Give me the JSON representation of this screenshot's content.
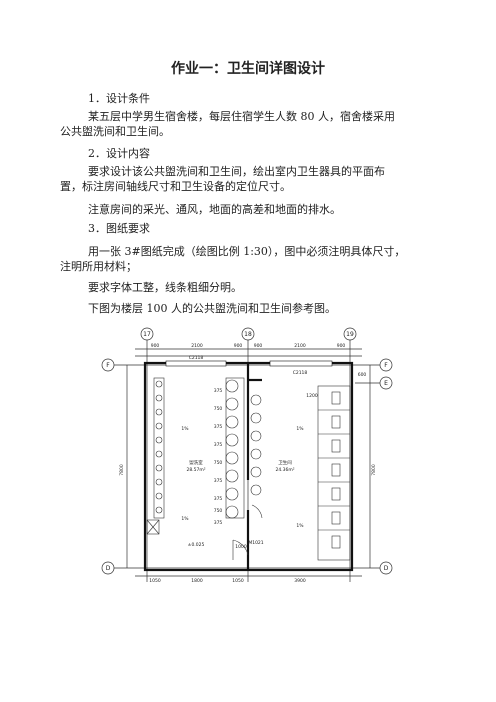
{
  "doc": {
    "title": "作业一：卫生间详图设计",
    "s1_head": "1．设计条件",
    "s1_line1": "某五层中学男生宿舍楼，每层住宿学生人数 80 人，宿舍楼采用",
    "s1_line2": "公共盥洗间和卫生间。",
    "s2_head": "2．设计内容",
    "s2_line1": "要求设计该公共盥洗间和卫生间，绘出室内卫生器具的平面布",
    "s2_line2": "置，标注房间轴线尺寸和卫生设备的定位尺寸。",
    "s2_line3": "注意房间的采光、通风，地面的高差和地面的排水。",
    "s3_head": "3．图纸要求",
    "s3_line1": "用一张 3#图纸完成（绘图比例 1:30），图中必须注明具体尺寸，",
    "s3_line2": "注明所用材料；",
    "s3_line3": "要求字体工整，线条粗细分明。",
    "s3_line4": "下图为楼层 100 人的公共盥洗间和卫生间参考图。"
  },
  "drawing": {
    "axes": {
      "a17": "17",
      "a18": "18",
      "a19": "19",
      "aF": "F",
      "aE": "E",
      "aD": "D"
    },
    "top_dims": [
      "900",
      "2100",
      "900",
      "900",
      "2100",
      "900"
    ],
    "bottom_dims": [
      "1050",
      "1800",
      "1050",
      "3900"
    ],
    "side_dim": "7800",
    "side_dim_r": "7800",
    "window_left": "C2118",
    "window_right": "C2118",
    "room_left_name": "盥洗室",
    "room_left_area": "28.57m²",
    "room_right_name": "卫生间",
    "room_right_area": "24.36m²",
    "slope": "1%",
    "level": "±0.025",
    "door_tag": "M1021",
    "dim_1200": "1200",
    "dim_600": "600",
    "dim_1000": "1000",
    "dims_mid": [
      "375",
      "750",
      "375",
      "375",
      "750",
      "375",
      "375",
      "750",
      "375"
    ]
  }
}
